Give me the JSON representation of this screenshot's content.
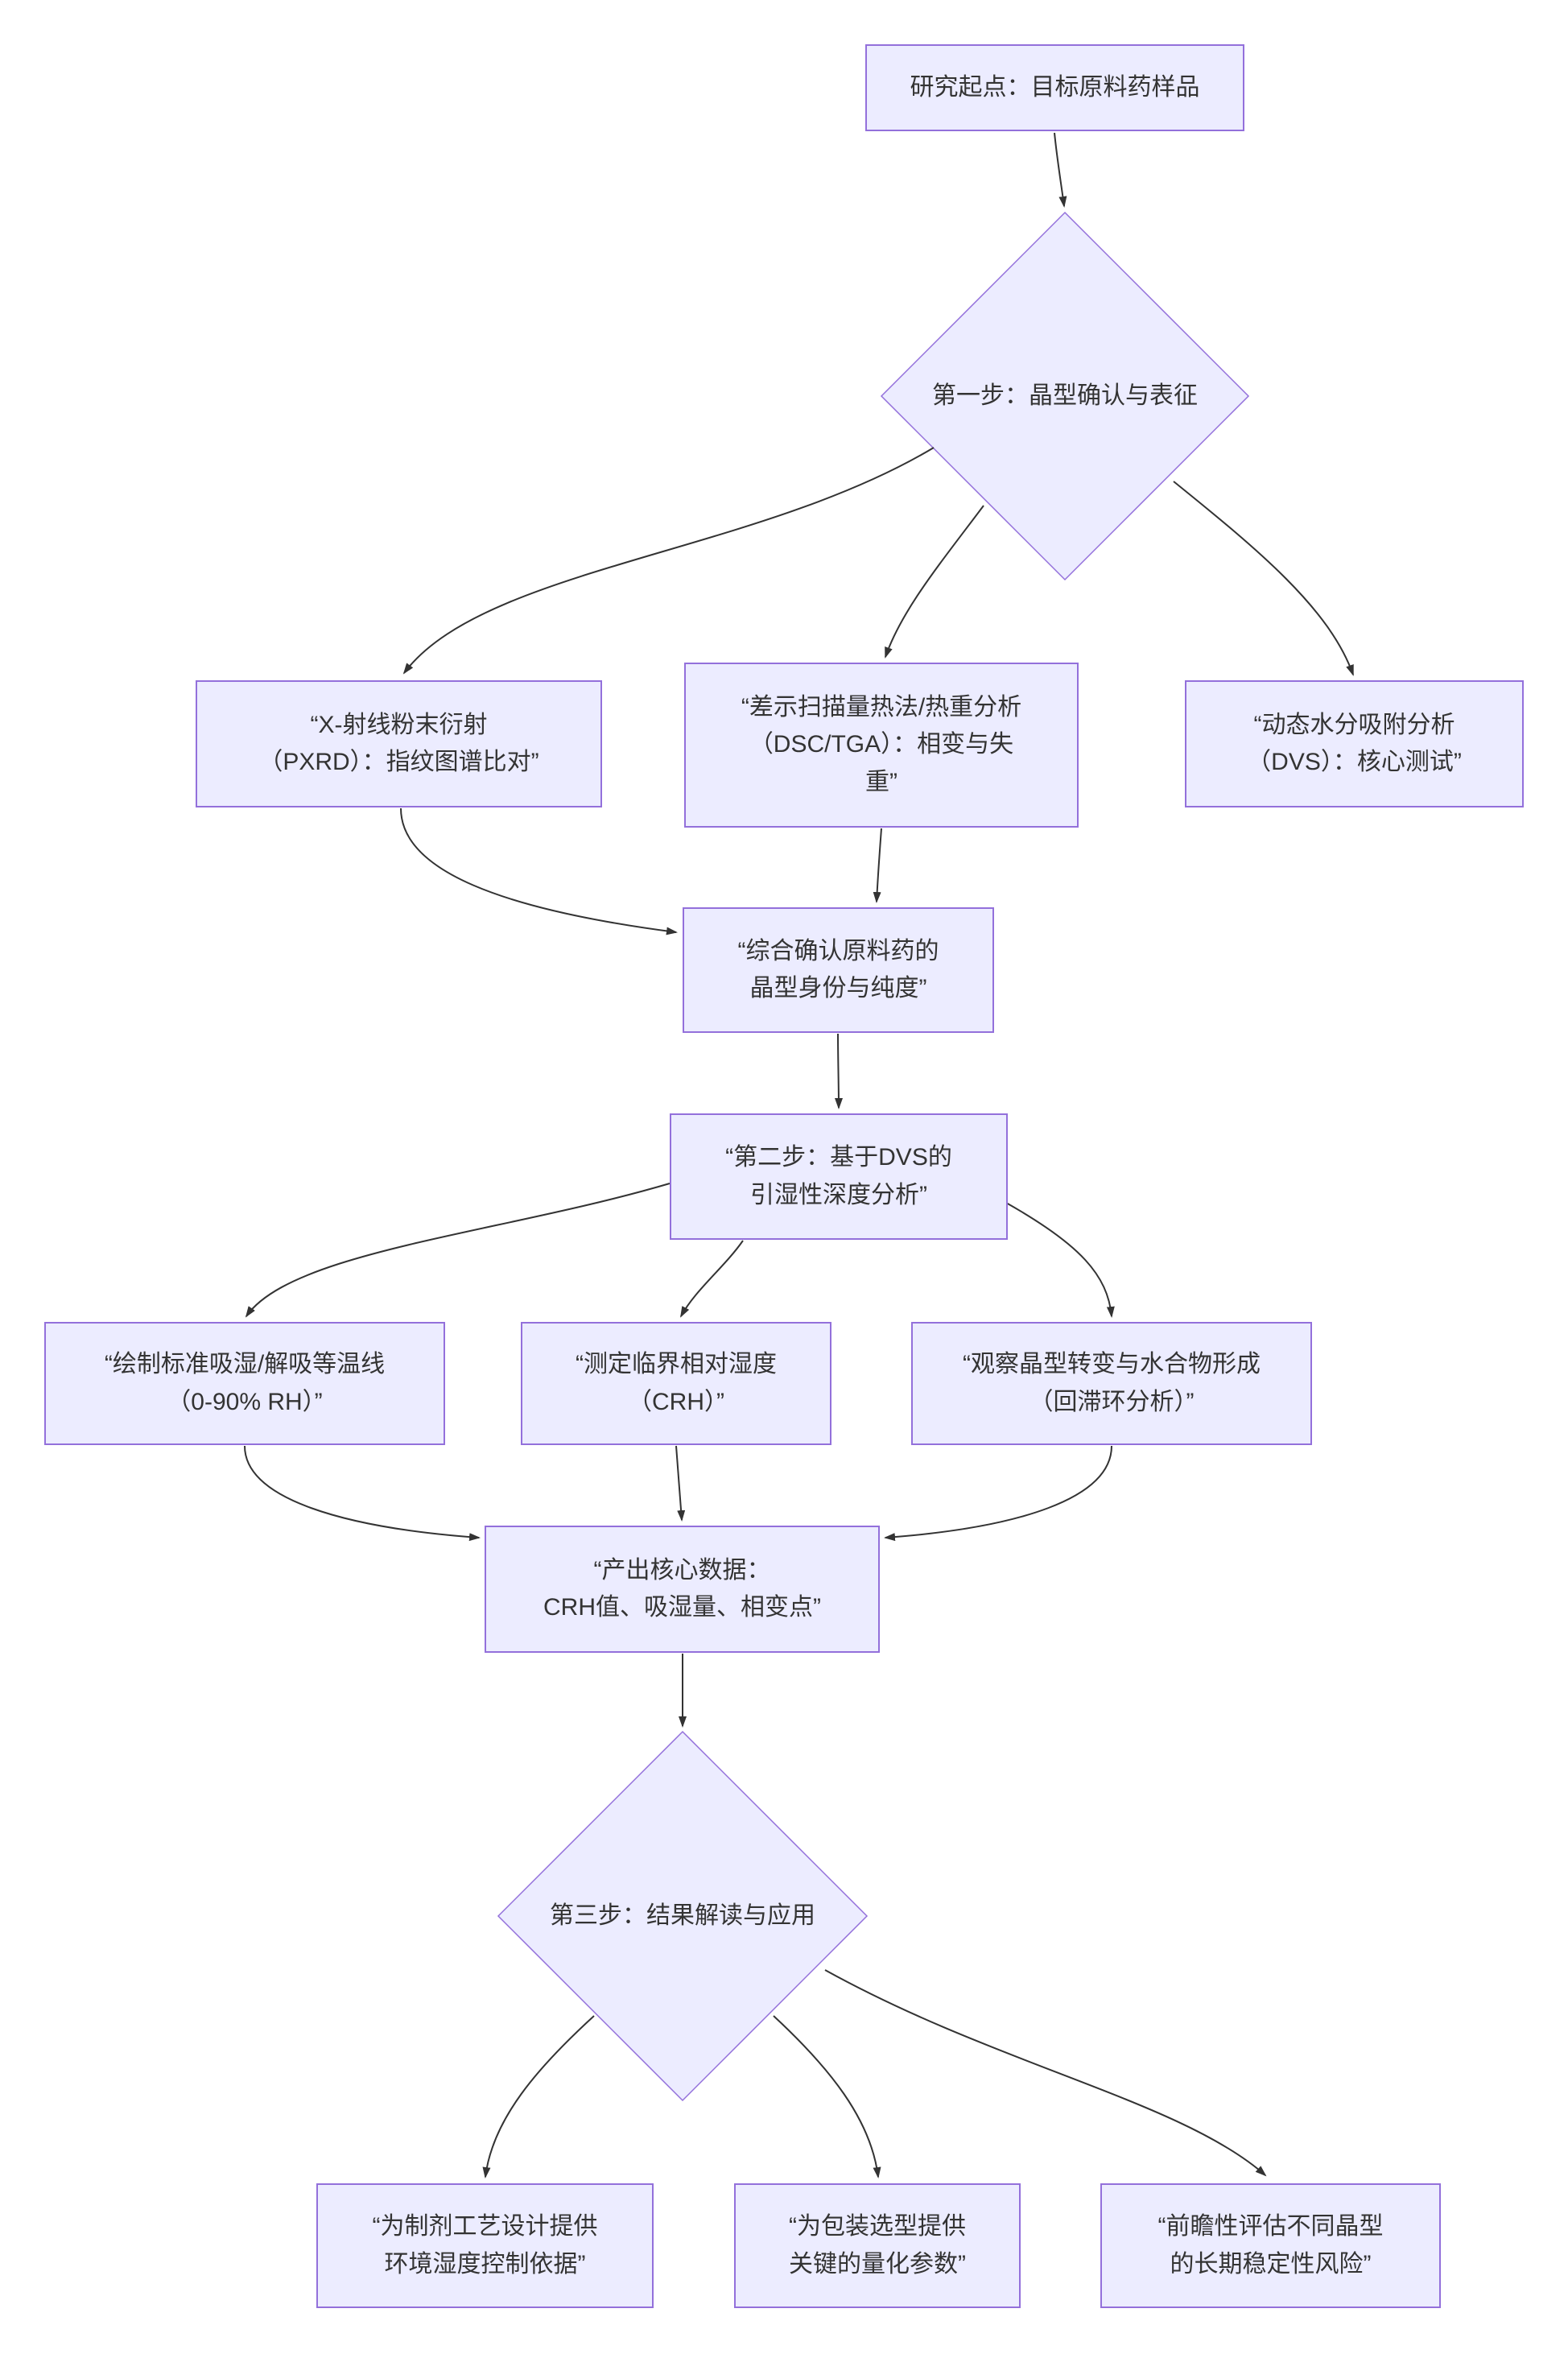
{
  "diagram": {
    "type": "flowchart",
    "direction": "top-down",
    "colors": {
      "background": "#ffffff",
      "node_fill": "#ECECFF",
      "node_border": "#9370DB",
      "edge": "#333333",
      "text": "#333333"
    },
    "nodes": {
      "start": {
        "shape": "rect",
        "label": "研究起点：目标原料药样品"
      },
      "step1": {
        "shape": "diamond",
        "label": "第一步：晶型确认与表征"
      },
      "pxrd": {
        "shape": "rect",
        "label": "“X-射线粉末衍射\n（PXRD）：指纹图谱比对”"
      },
      "dsc_tga": {
        "shape": "rect",
        "label": "“差示扫描量热法/热重分析\n（DSC/TGA）：相变与失\n重”"
      },
      "dvs": {
        "shape": "rect",
        "label": "“动态水分吸附分析\n（DVS）：核心测试”"
      },
      "confirm": {
        "shape": "rect",
        "label": "“综合确认原料药的\n晶型身份与纯度”"
      },
      "step2": {
        "shape": "rect",
        "label": "“第二步：基于DVS的\n引湿性深度分析”"
      },
      "isotherm": {
        "shape": "rect",
        "label": "“绘制标准吸湿/解吸等温线\n（0-90% RH）”"
      },
      "crh": {
        "shape": "rect",
        "label": "“测定临界相对湿度\n（CRH）”"
      },
      "hysteresis": {
        "shape": "rect",
        "label": "“观察晶型转变与水合物形成\n（回滞环分析）”"
      },
      "core_data": {
        "shape": "rect",
        "label": "“产出核心数据：\nCRH值、吸湿量、相变点”"
      },
      "step3": {
        "shape": "diamond",
        "label": "第三步：结果解读与应用"
      },
      "formulation": {
        "shape": "rect",
        "label": "“为制剂工艺设计提供\n环境湿度控制依据”"
      },
      "packaging": {
        "shape": "rect",
        "label": "“为包装选型提供\n关键的量化参数”"
      },
      "stability": {
        "shape": "rect",
        "label": "“前瞻性评估不同晶型\n的长期稳定性风险”"
      }
    },
    "edges": [
      {
        "from": "start",
        "to": "step1"
      },
      {
        "from": "step1",
        "to": "pxrd"
      },
      {
        "from": "step1",
        "to": "dsc_tga"
      },
      {
        "from": "step1",
        "to": "dvs"
      },
      {
        "from": "pxrd",
        "to": "confirm"
      },
      {
        "from": "dsc_tga",
        "to": "confirm"
      },
      {
        "from": "confirm",
        "to": "step2"
      },
      {
        "from": "step2",
        "to": "isotherm"
      },
      {
        "from": "step2",
        "to": "crh"
      },
      {
        "from": "step2",
        "to": "hysteresis"
      },
      {
        "from": "isotherm",
        "to": "core_data"
      },
      {
        "from": "crh",
        "to": "core_data"
      },
      {
        "from": "hysteresis",
        "to": "core_data"
      },
      {
        "from": "core_data",
        "to": "step3"
      },
      {
        "from": "step3",
        "to": "formulation"
      },
      {
        "from": "step3",
        "to": "packaging"
      },
      {
        "from": "step3",
        "to": "stability"
      }
    ]
  }
}
